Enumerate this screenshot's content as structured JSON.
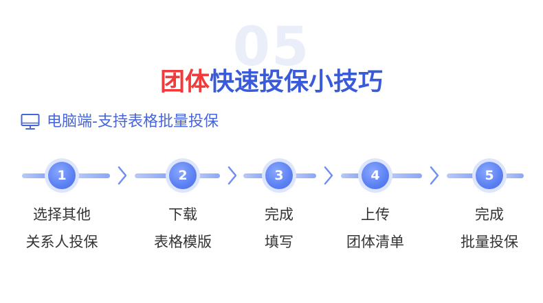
{
  "header": {
    "bg_number": "05",
    "title_red": "团体",
    "title_blue": "快速投保小技巧"
  },
  "subtitle": {
    "icon": "monitor-icon",
    "text": "电脑端-支持表格批量投保"
  },
  "steps": [
    {
      "number": "1",
      "line1": "选择其他",
      "line2": "关系人投保"
    },
    {
      "number": "2",
      "line1": "下载",
      "line2": "表格模版"
    },
    {
      "number": "3",
      "line1": "完成",
      "line2": "填写"
    },
    {
      "number": "4",
      "line1": "上传",
      "line2": "团体清单"
    },
    {
      "number": "5",
      "line1": "完成",
      "line2": "批量投保"
    }
  ],
  "colors": {
    "accent_red": "#ef3b3b",
    "accent_blue": "#3a5bd9",
    "step_blue": "#5b80f2",
    "text_dark": "#333333"
  }
}
